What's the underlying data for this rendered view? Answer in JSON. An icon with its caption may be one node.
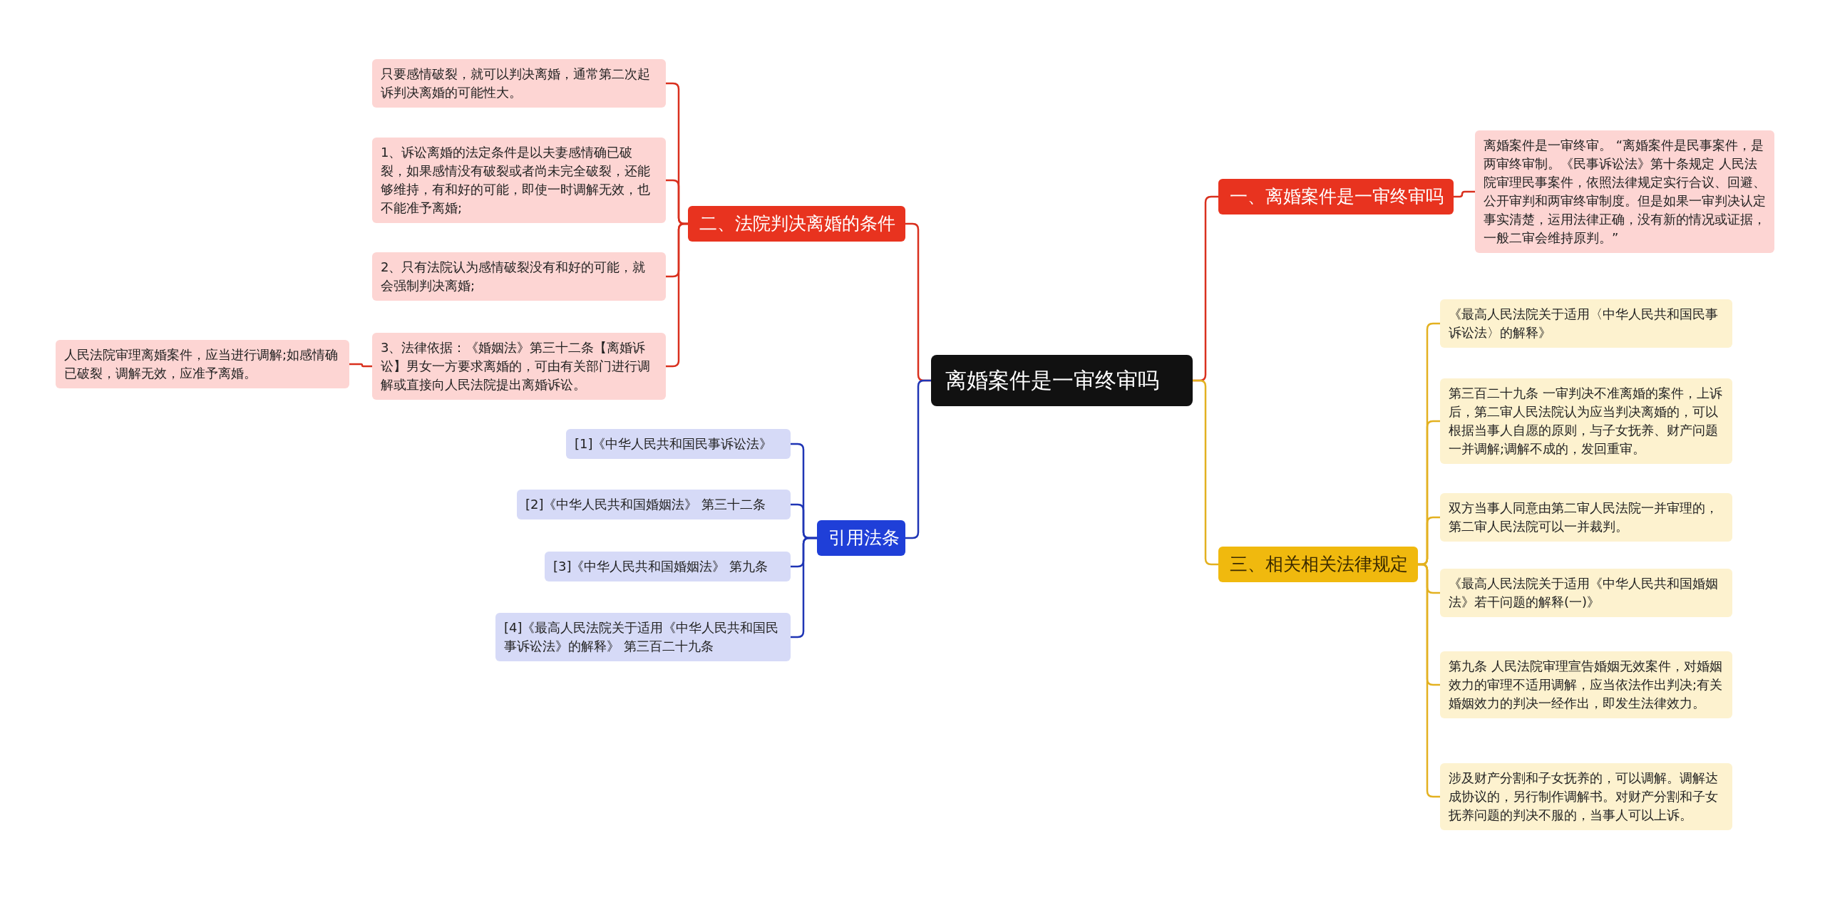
{
  "diagram": {
    "nodes": [
      {
        "text": [
          "离婚案件是一审终审吗"
        ]
      },
      {
        "text": [
          "一、离婚案件是一审终审吗"
        ]
      },
      {
        "text": [
          "离婚案件是一审终审。 “离婚案件是民事案件，是两审终审制。《民事诉讼法》第十条规定 人民法院审理民事案件，依照法律规定实行合议、回避、公开审判和两审终审制度。但是如果一审判决认定事实清楚，运用法律正确，没有新的情况或证据，一般二审会维持原判。”"
        ]
      },
      {
        "text": [
          "三、相关相关法律规定"
        ]
      },
      {
        "text": [
          "《最高人民法院关于适用〈中华人民共和国民事诉讼法〉的解释》"
        ]
      },
      {
        "text": [
          "第三百二十九条 一审判决不准离婚的案件，上诉后，第二审人民法院认为应当判决离婚的，可以根据当事人自愿的原则，与子女抚养、财产问题一并调解;调解不成的，发回重审。"
        ]
      },
      {
        "text": [
          "双方当事人同意由第二审人民法院一并审理的，第二审人民法院可以一并裁判。"
        ]
      },
      {
        "text": [
          "《最高人民法院关于适用《中华人民共和国婚姻法》若干问题的解释(一)》"
        ]
      },
      {
        "text": [
          "第九条 人民法院审理宣告婚姻无效案件，对婚姻效力的审理不适用调解，应当依法作出判决;有关婚姻效力的判决一经作出，即发生法律效力。"
        ]
      },
      {
        "text": [
          "涉及财产分割和子女抚养的，可以调解。调解达成协议的，另行制作调解书。对财产分割和子女抚养问题的判决不服的，当事人可以上诉。"
        ]
      },
      {
        "text": [
          "二、法院判决离婚的条件"
        ]
      },
      {
        "text": [
          "只要感情破裂，就可以判决离婚，通常第二次起诉判决离婚的可能性大。"
        ]
      },
      {
        "text": [
          "1、诉讼离婚的法定条件是以夫妻感情确已破裂，如果感情没有破裂或者尚未完全破裂，还能够维持，有和好的可能，即使一时调解无效，也不能准予离婚;"
        ]
      },
      {
        "text": [
          "2、只有法院认为感情破裂没有和好的可能，就会强制判决离婚;"
        ]
      },
      {
        "text": [
          "3、法律依据：《婚姻法》第三十二条【离婚诉讼】男女一方要求离婚的，可由有关部门进行调解或直接向人民法院提出离婚诉讼。"
        ]
      },
      {
        "text": [
          "人民法院审理离婚案件，应当进行调解;如感情确已破裂，调解无效，应准予离婚。"
        ]
      },
      {
        "text": [
          "引用法条"
        ]
      },
      {
        "text": [
          "[1]《中华人民共和国民事诉讼法》"
        ]
      },
      {
        "text": [
          "[2]《中华人民共和国婚姻法》 第三十二条"
        ]
      },
      {
        "text": [
          "[3]《中华人民共和国婚姻法》 第九条"
        ]
      },
      {
        "text": [
          "[4]《最高人民法院关于适用《中华人民共和国民事诉讼法》的解释》 第三百二十九条"
        ]
      }
    ],
    "edges": [
      {
        "from": 0,
        "to": 1,
        "arrow": "none"
      },
      {
        "from": 1,
        "to": 2,
        "arrow": "none"
      },
      {
        "from": 0,
        "to": 3,
        "arrow": "none",
        "color": "#e3b120"
      },
      {
        "from": 3,
        "to": 4,
        "arrow": "none",
        "color": "#e3b120"
      },
      {
        "from": 3,
        "to": 5,
        "arrow": "none",
        "color": "#e3b120"
      },
      {
        "from": 3,
        "to": 6,
        "arrow": "none",
        "color": "#e3b120"
      },
      {
        "from": 3,
        "to": 7,
        "arrow": "none",
        "color": "#e3b120"
      },
      {
        "from": 3,
        "to": 8,
        "arrow": "none",
        "color": "#e3b120"
      },
      {
        "from": 3,
        "to": 9,
        "arrow": "none",
        "color": "#e3b120"
      },
      {
        "from": 0,
        "to": 10,
        "arrow": "none"
      },
      {
        "from": 10,
        "to": 11,
        "arrow": "none"
      },
      {
        "from": 10,
        "to": 12,
        "arrow": "none"
      },
      {
        "from": 10,
        "to": 13,
        "arrow": "none"
      },
      {
        "from": 10,
        "to": 14,
        "arrow": "none"
      },
      {
        "from": 14,
        "to": 15,
        "arrow": "none"
      },
      {
        "from": 0,
        "to": 16,
        "arrow": "none",
        "color": "#1f35b5"
      },
      {
        "from": 16,
        "to": 17,
        "arrow": "none",
        "color": "#1f35b5"
      },
      {
        "from": 16,
        "to": 18,
        "arrow": "none",
        "color": "#1f35b5"
      },
      {
        "from": 16,
        "to": 19,
        "arrow": "none",
        "color": "#1f35b5"
      },
      {
        "from": 16,
        "to": 20,
        "arrow": "none",
        "color": "#1f35b5"
      }
    ]
  }
}
